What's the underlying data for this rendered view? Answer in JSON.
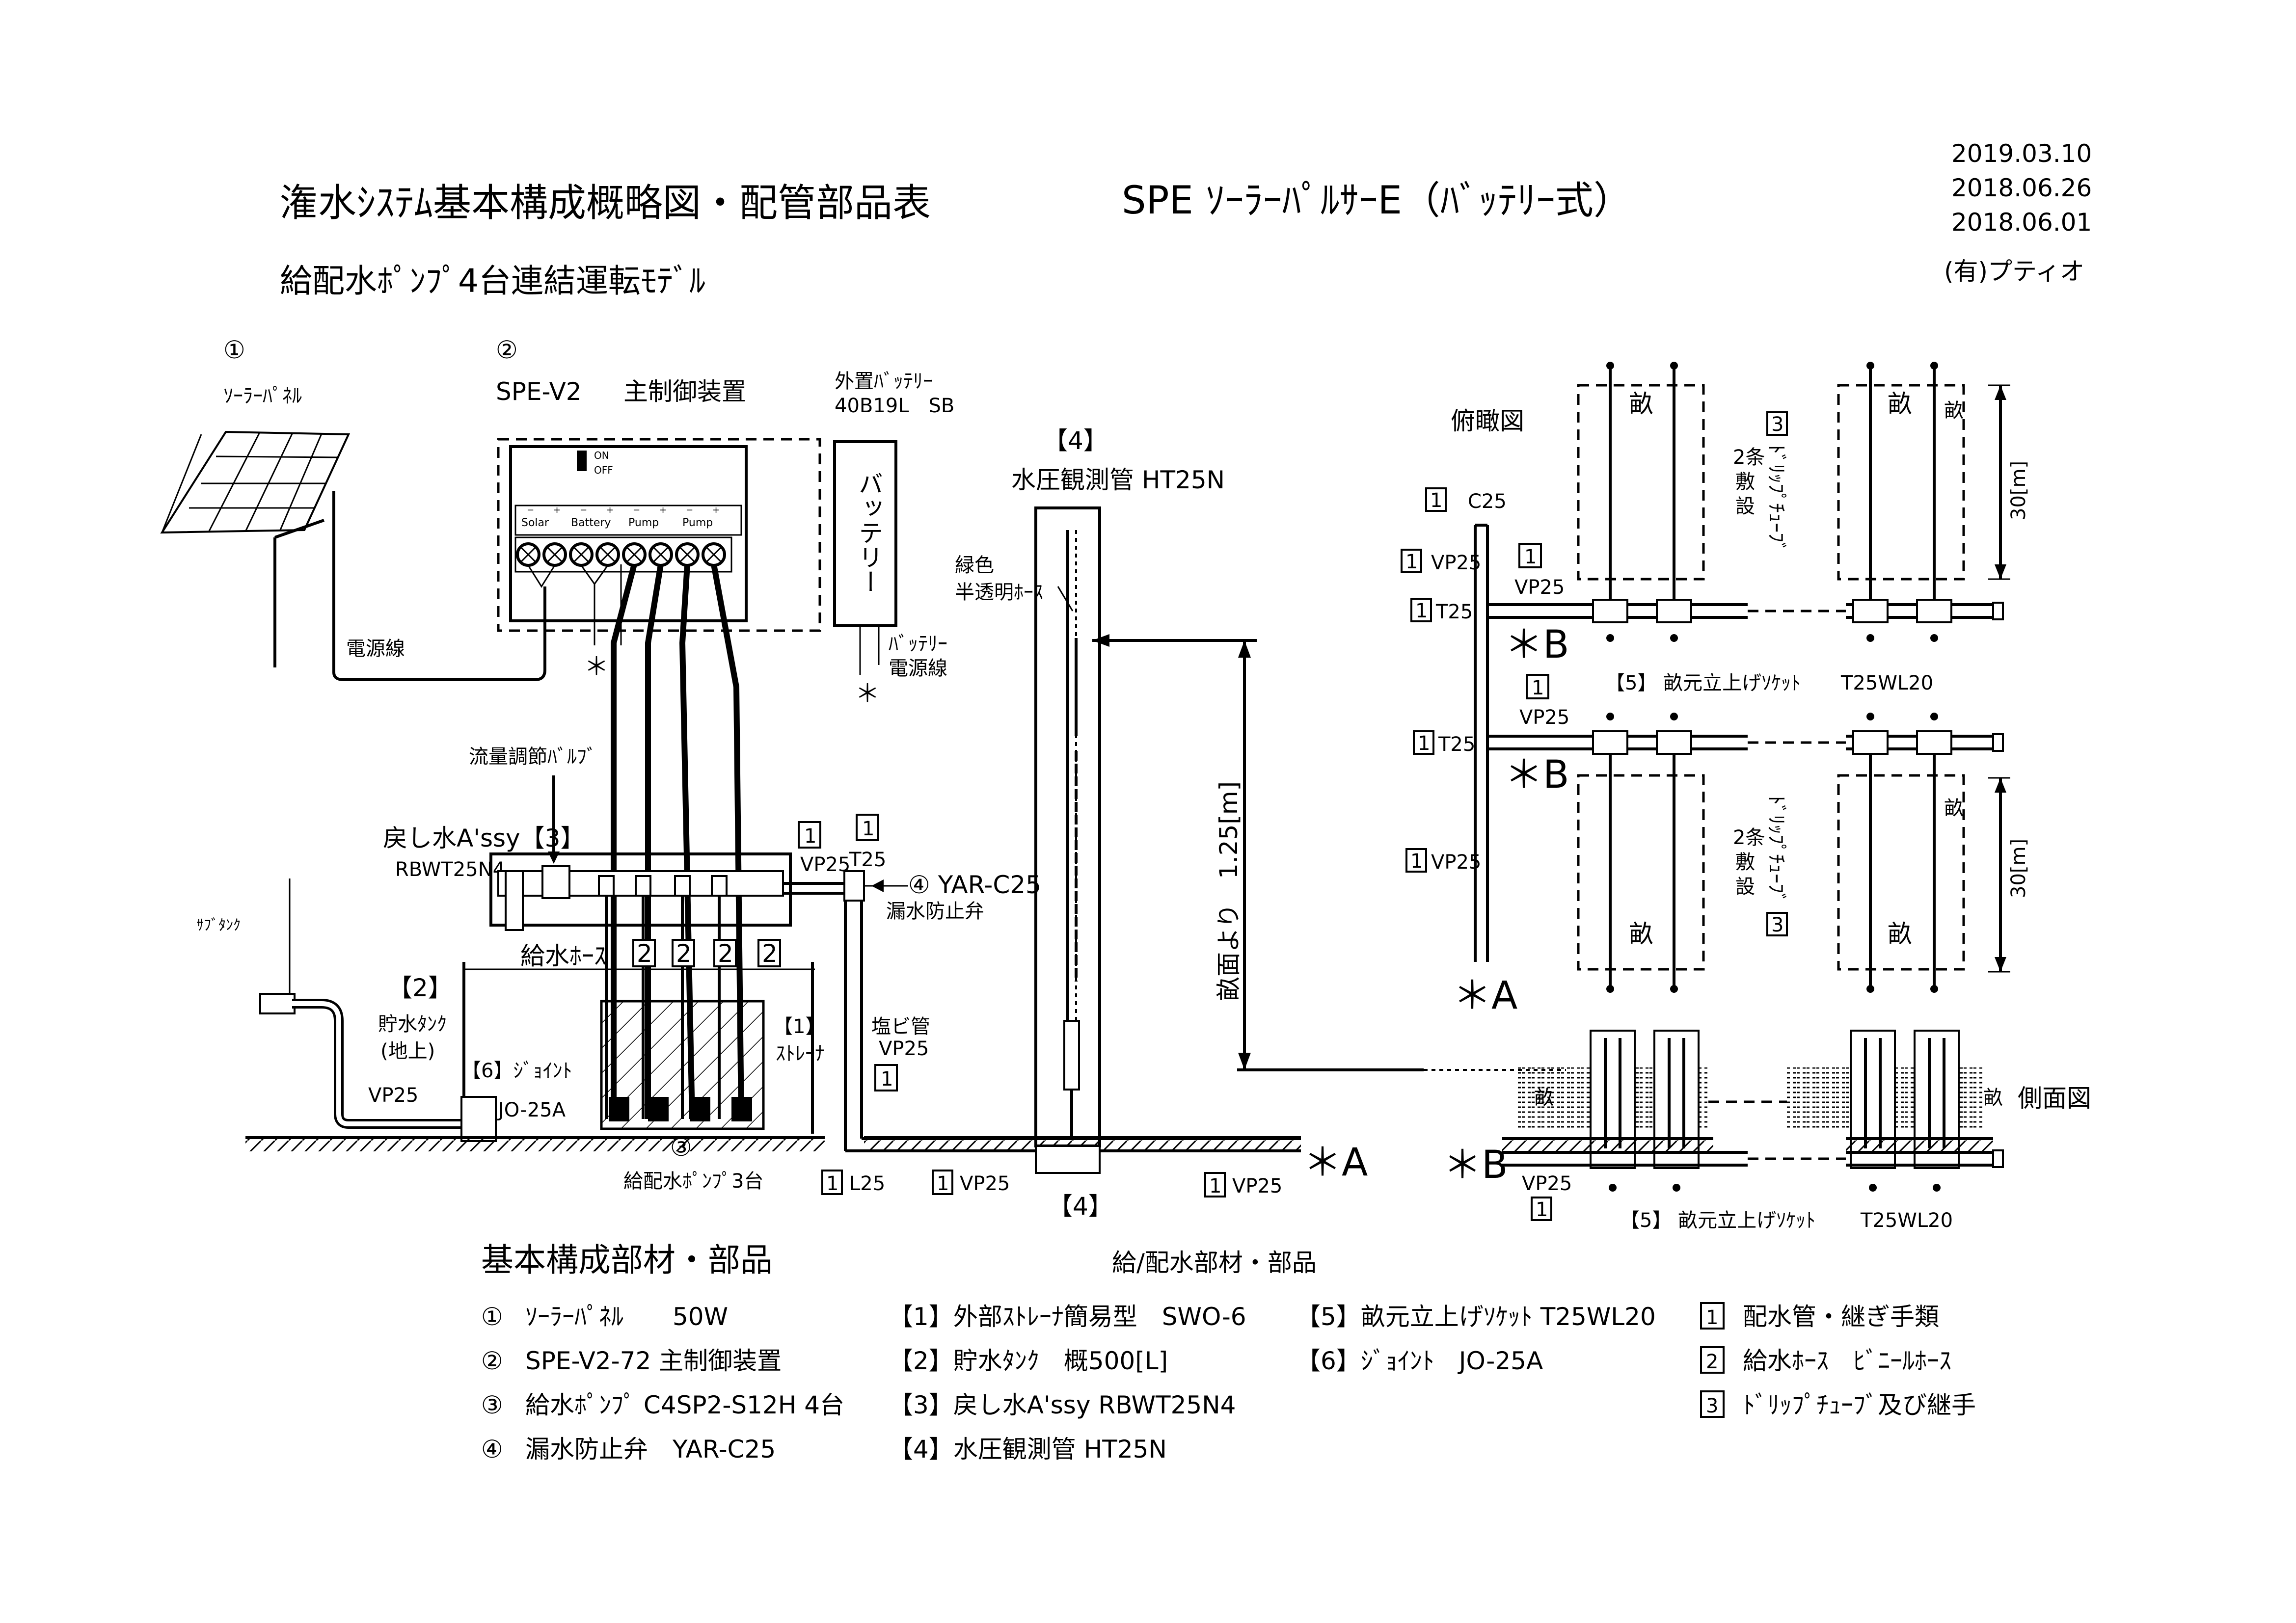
{
  "header": {
    "title": "潅水ｼｽﾃﾑ基本構成概略図・配管部品表",
    "product": "SPE ｿｰﾗｰﾊﾟﾙｻｰE（ﾊﾞｯﾃﾘｰ式）",
    "subtitle": "給配水ﾎﾟﾝﾌﾟ4台連結運転ﾓﾃﾞﾙ",
    "dates": [
      "2019.03.10",
      "2018.06.26",
      "2018.06.01"
    ],
    "company": "(有)プティオ"
  },
  "solar": {
    "num": "①",
    "label": "ｿｰﾗｰﾊﾟﾈﾙ",
    "cable": "電源線"
  },
  "controller": {
    "num": "②",
    "model": "SPE-V2",
    "label": "主制御装置",
    "on": "ON",
    "off": "OFF",
    "pm": [
      "−",
      "+",
      "−",
      "+",
      "−",
      "+",
      "−",
      "+"
    ],
    "terminals": [
      "Solar",
      "Battery",
      "Pump",
      "Pump"
    ]
  },
  "battery": {
    "label1": "外置ﾊﾞｯﾃﾘｰ",
    "label2": "40B19L　SB",
    "body": "バッテリー",
    "cable1": "ﾊﾞｯﾃﾘｰ",
    "cable2": "電源線"
  },
  "asterisk": "＊",
  "tank_side": {
    "flow_valve": "流量調節ﾊﾞﾙﾌﾞ",
    "return": "戻し水A'ssy【3】",
    "return_model": "RBWT25N4",
    "sub_tank": "ｻﾌﾞﾀﾝｸ",
    "tank_num": "【2】",
    "tank1": "貯水ﾀﾝｸ",
    "tank2": "(地上)",
    "supply_hose": "給水ﾎｰｽ",
    "hose_nums": [
      "2",
      "2",
      "2",
      "2"
    ],
    "strainer_num": "【1】",
    "strainer": "ｽﾄﾚｰﾅ",
    "joint": "【6】ｼﾞｮｲﾝﾄ",
    "joint_model": "JO-25A",
    "vp25": "VP25",
    "pump_num": "③",
    "pumps": "給配水ﾎﾟﾝﾌﾟ3台",
    "one": "1",
    "t25": "T25",
    "check": "④ YAR-C25",
    "check2": "漏水防止弁",
    "pvc1": "塩ビ管",
    "pvc2": "VP25",
    "l25": "L25"
  },
  "gauge": {
    "num": "【4】",
    "title": "水圧観測管 HT25N",
    "hose1": "緑色",
    "hose2": "半透明ﾎｰｽ",
    "height": "畝面より　1.25[m]",
    "num_bottom": "【4】",
    "vp25": "VP25",
    "star_a": "＊A"
  },
  "plan": {
    "title": "俯瞰図",
    "c25": "C25",
    "vp25": "VP25",
    "t25": "T25",
    "star_b": "＊B",
    "star_a": "＊A",
    "riser": "【5】 畝元立上げｿｹｯﾄ",
    "riser_model": "T25WL20",
    "ridge": "畝",
    "drip_num": "3",
    "drip": "ﾄﾞﾘｯﾌﾟﾁｭｰﾌﾞ",
    "two_lines": [
      "2条",
      "敷",
      "設"
    ],
    "length": "30[m]",
    "one": "1"
  },
  "side": {
    "title": "側面図",
    "ridge": "畝",
    "star_b": "＊B",
    "vp25": "VP25",
    "riser": "【5】 畝元立上げｿｹｯﾄ",
    "riser_model": "T25WL20",
    "one": "1"
  },
  "parts": {
    "basic_title": "基本構成部材・部品",
    "basic": [
      {
        "num": "①",
        "text": "ｿｰﾗｰﾊﾟﾈﾙ　　50W"
      },
      {
        "num": "②",
        "text": "SPE-V2-72 主制御装置"
      },
      {
        "num": "③",
        "text": "給水ﾎﾟﾝﾌﾟ C4SP2-S12H 4台"
      },
      {
        "num": "④",
        "text": "漏水防止弁　YAR-C25"
      }
    ],
    "supply_title": "給/配水部材・部品",
    "supply1": [
      "【1】外部ｽﾄﾚｰﾅ簡易型　SWO-6",
      "【2】貯水ﾀﾝｸ　概500[L]",
      "【3】戻し水A'ssy RBWT25N4",
      "【4】水圧観測管 HT25N"
    ],
    "supply2": [
      "【5】畝元立上げｿｹｯﾄ T25WL20",
      "【6】ｼﾞｮｲﾝﾄ　JO-25A"
    ],
    "legend": [
      {
        "num": "1",
        "text": "配水管・継ぎ手類"
      },
      {
        "num": "2",
        "text": "給水ﾎｰｽ　ﾋﾞﾆｰﾙﾎｰｽ"
      },
      {
        "num": "3",
        "text": "ﾄﾞﾘｯﾌﾟﾁｭｰﾌﾞ及び継手"
      }
    ]
  }
}
